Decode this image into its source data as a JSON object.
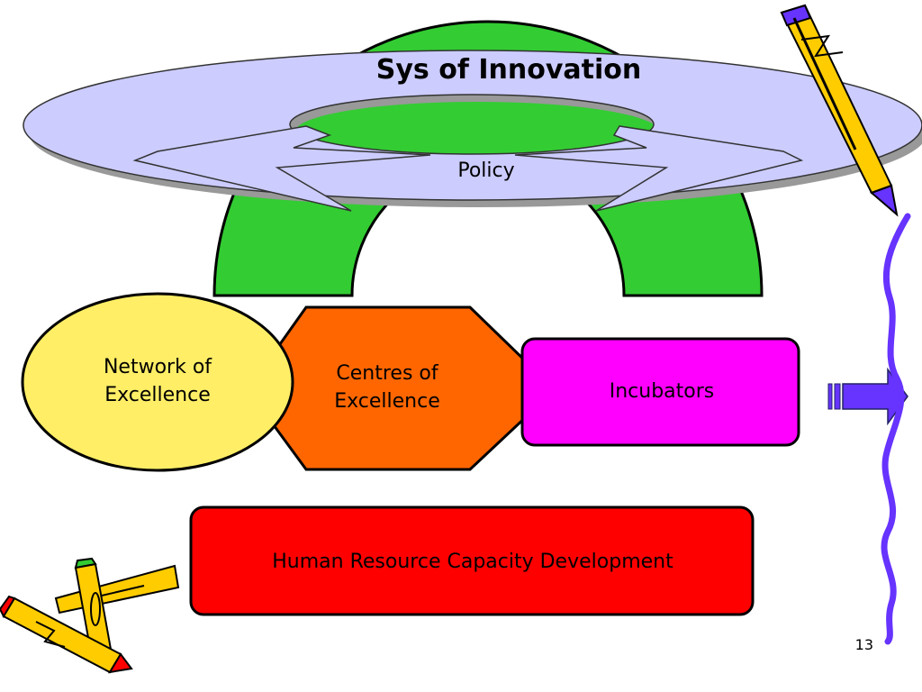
{
  "slide": {
    "title": "Sys of Innovation",
    "slide_number": "13"
  },
  "nodes": {
    "policy": "Policy",
    "network_of_excellence": [
      "Network of",
      "Excellence"
    ],
    "centres_of_excellence": [
      "Centres of",
      "Excellence"
    ],
    "incubators": "Incubators",
    "human_resource": "Human Resource Capacity Development"
  },
  "colors": {
    "ring": "#ccccff",
    "ring_shadow": "#999999",
    "arch": "#33cc33",
    "network": "#ffee66",
    "centres": "#ff6600",
    "incubators": "#ff00ff",
    "human_resource": "#ff0000",
    "wavy_line": "#6633ff",
    "arrow": "#6633ff",
    "pencil_body": "#ffcc00",
    "pencil_accent": "#000000"
  },
  "icons": [
    "pencil-icon",
    "crossed-pencils-icon",
    "block-arrow-right-icon"
  ]
}
